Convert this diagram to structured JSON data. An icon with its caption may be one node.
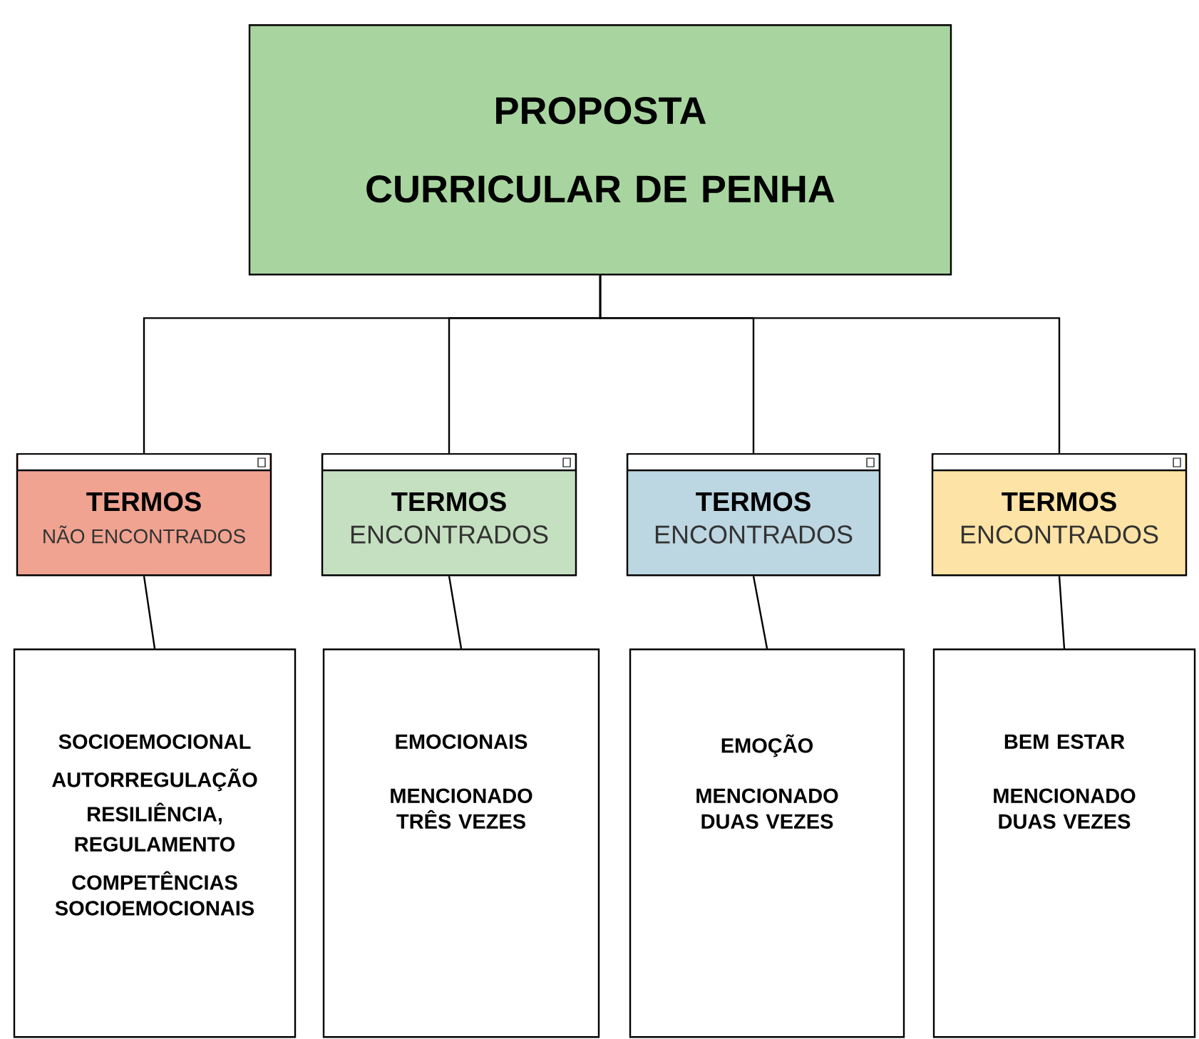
{
  "diagram": {
    "nodes": [
      {
        "text": [
          "PROPOSTA CURRICULAR DE PENHA"
        ]
      },
      {
        "text": [
          "TERMOS",
          "NÃO ENCONTRADOS"
        ]
      },
      {
        "text": [
          "TERMOS",
          "ENCONTRADOS"
        ]
      },
      {
        "text": [
          "TERMOS",
          "ENCONTRADOS"
        ]
      },
      {
        "text": [
          "TERMOS",
          "ENCONTRADOS"
        ]
      },
      {
        "text": [
          "SOCIOEMOCIONAL",
          "AUTORREGULAÇÃO",
          "RESILIÊNCIA,",
          "REGULAMENTO",
          "COMPETÊNCIAS SOCIOEMOCIONAIS"
        ]
      },
      {
        "text": [
          "EMOCIONAIS",
          "MENCIONADO TRÊS VEZES"
        ]
      },
      {
        "text": [
          "EMOÇÃO",
          "MENCIONADO DUAS VEZES"
        ]
      },
      {
        "text": [
          "BEM ESTAR",
          "MENCIONADO DUAS VEZES"
        ]
      }
    ],
    "edges": [
      {
        "from": 0,
        "to": 1,
        "arrow": "none"
      },
      {
        "from": 0,
        "to": 2,
        "arrow": "none"
      },
      {
        "from": 0,
        "to": 3,
        "arrow": "none"
      },
      {
        "from": 0,
        "to": 4,
        "arrow": "none"
      },
      {
        "from": 1,
        "to": 5,
        "arrow": "none"
      },
      {
        "from": 2,
        "to": 6,
        "arrow": "none"
      },
      {
        "from": 3,
        "to": 7,
        "arrow": "none"
      },
      {
        "from": 4,
        "to": 8,
        "arrow": "none"
      }
    ]
  }
}
